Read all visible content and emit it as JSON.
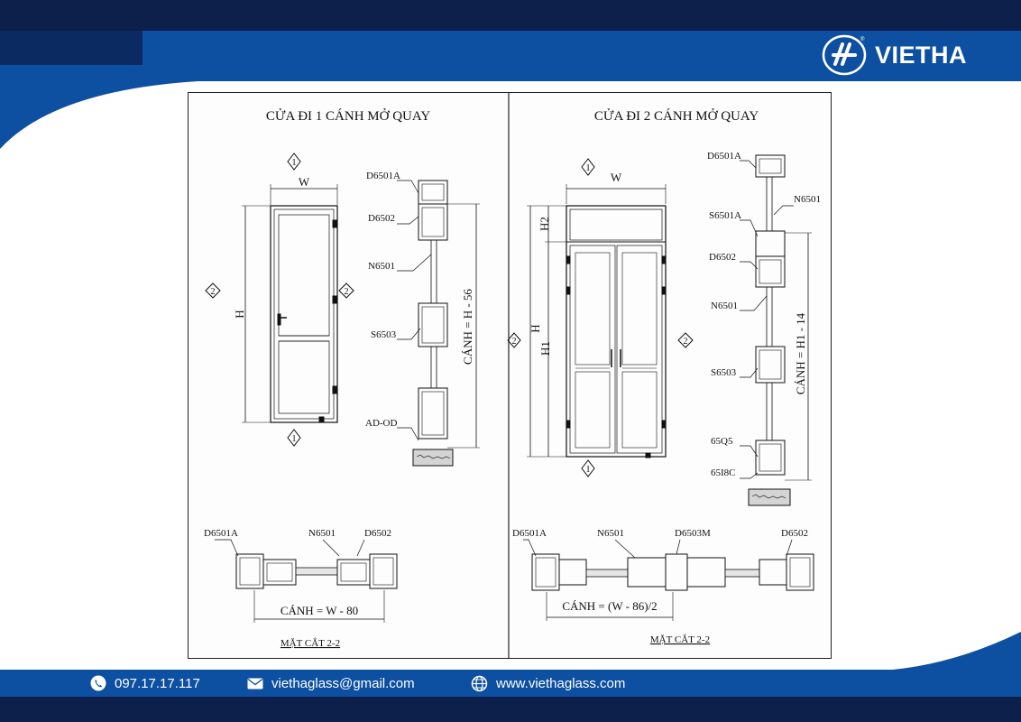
{
  "brand": {
    "name": "VIETHA"
  },
  "colors": {
    "navy": "#0d1f4b",
    "blue": "#0d4fa0",
    "paper": "#ffffff",
    "ink": "#111111"
  },
  "left_panel": {
    "title": "CỬA ĐI 1 CÁNH MỞ QUAY",
    "marker_1": "1",
    "marker_2": "2",
    "dim_w": "W",
    "dim_h": "H",
    "vertical_labels": [
      "D6501A",
      "D6502",
      "N6501",
      "S6503",
      "AD-OD"
    ],
    "vertical_dim": "CÁNH = H - 56",
    "section_labels": [
      "D6501A",
      "N6501",
      "D6502"
    ],
    "section_dim": "CÁNH = W - 80",
    "section_title": "MẶT CẮT 2-2"
  },
  "right_panel": {
    "title": "CỬA ĐI 2 CÁNH MỞ QUAY",
    "marker_1": "1",
    "marker_2": "2",
    "dim_w": "W",
    "dim_h": "H",
    "dim_h1": "H1",
    "dim_h2": "H2",
    "vertical_labels": [
      "D6501A",
      "N6501",
      "S6501A",
      "D6502",
      "N6501",
      "S6503",
      "65Q5",
      "65I8C"
    ],
    "vertical_dim": "CÁNH = H1 - 14",
    "section_labels": [
      "D6501A",
      "N6501",
      "D6503M",
      "D6502"
    ],
    "section_dim": "CÁNH = (W - 86)/2",
    "section_title": "MẶT CẮT 2-2"
  },
  "contact": {
    "phone": "097.17.17.117",
    "email": "viethaglass@gmail.com",
    "website": "www.viethaglass.com",
    "phone_icon": "phone-icon",
    "email_icon": "mail-icon",
    "web_icon": "globe-icon"
  }
}
